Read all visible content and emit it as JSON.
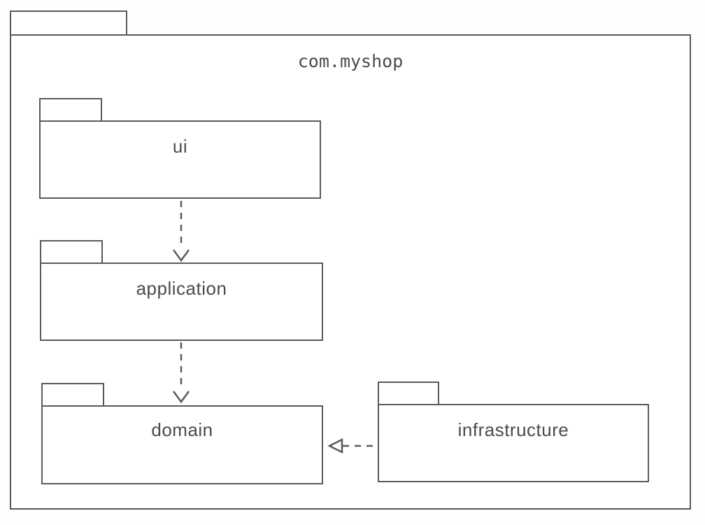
{
  "diagram": {
    "kind": "uml-package-diagram",
    "root_package": {
      "name": "com.myshop"
    },
    "packages": [
      {
        "id": "ui",
        "label": "ui"
      },
      {
        "id": "application",
        "label": "application"
      },
      {
        "id": "domain",
        "label": "domain"
      },
      {
        "id": "infrastructure",
        "label": "infrastructure"
      }
    ],
    "relationships": [
      {
        "from": "ui",
        "to": "application",
        "type": "dependency",
        "line": "dashed",
        "arrowhead": "open-v"
      },
      {
        "from": "application",
        "to": "domain",
        "type": "dependency",
        "line": "dashed",
        "arrowhead": "open-v"
      },
      {
        "from": "infrastructure",
        "to": "domain",
        "type": "realization",
        "line": "dashed",
        "arrowhead": "hollow-triangle"
      }
    ],
    "colors": {
      "line": "#5a5a5a",
      "text": "#4b4b4b",
      "background": "#ffffff"
    }
  }
}
